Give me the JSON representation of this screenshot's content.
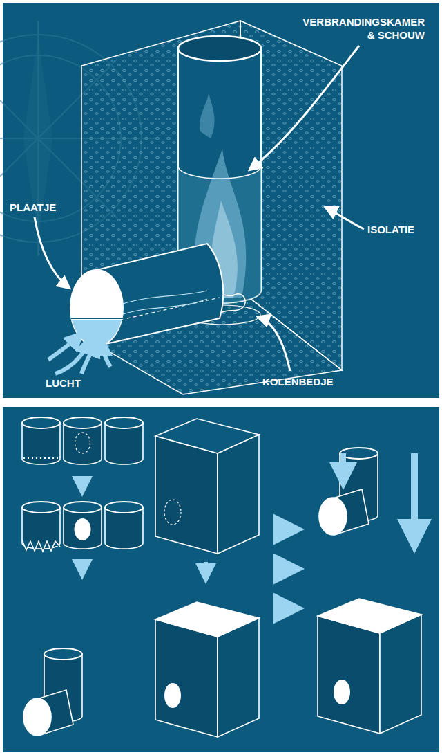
{
  "diagram": {
    "labels": [
      "VERBRANDINGSKAMER & SCHOUW",
      "PLAATJE",
      "ISOLATIE",
      "LUCHT",
      "KOLENBEDJE"
    ]
  }
}
